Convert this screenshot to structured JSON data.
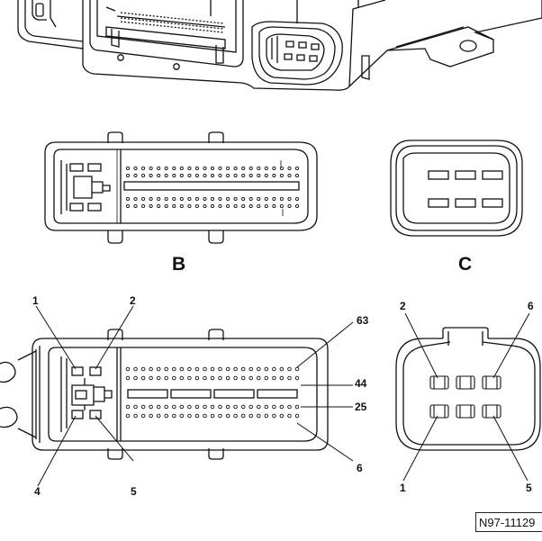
{
  "diagram": {
    "view_labels": {
      "b": "B",
      "c": "C"
    },
    "connector_b_pins": {
      "p1": "1",
      "p2": "2",
      "p4": "4",
      "p5": "5",
      "p63": "63",
      "p44": "44",
      "p25": "25",
      "p6": "6"
    },
    "connector_c_pins": {
      "p2": "2",
      "p6": "6",
      "p1": "1",
      "p5": "5"
    },
    "figure_id": "N97-11129"
  }
}
